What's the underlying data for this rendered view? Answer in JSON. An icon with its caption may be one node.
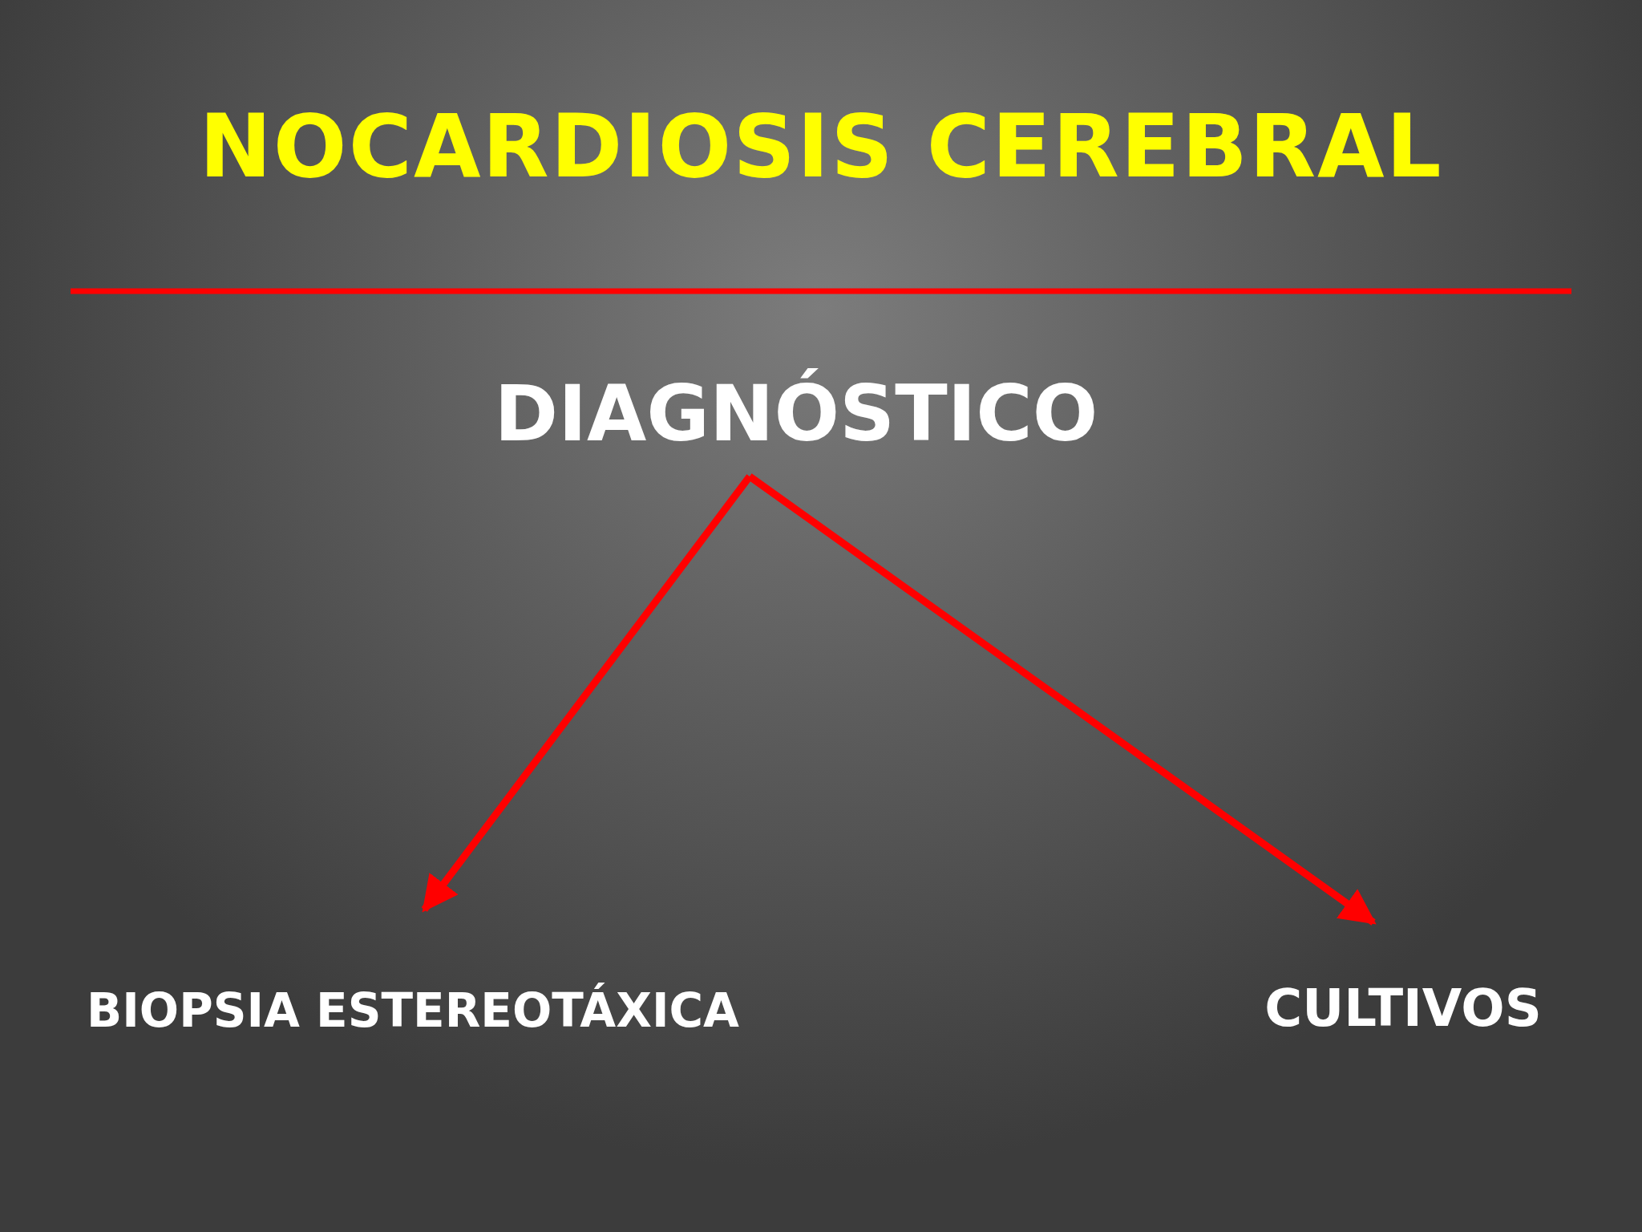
{
  "diagram": {
    "title": "NOCARDIOSIS CEREBRAL",
    "nodes": [
      {
        "text": [
          "DIAGNÓSTICO"
        ]
      },
      {
        "text": [
          "BIOPSIA ESTEREOTÁXICA"
        ]
      },
      {
        "text": [
          "CULTIVOS"
        ]
      }
    ],
    "edges": [
      {
        "from": 0,
        "to": 1,
        "arrow": "to"
      },
      {
        "from": 0,
        "to": 2,
        "arrow": "to"
      }
    ]
  }
}
